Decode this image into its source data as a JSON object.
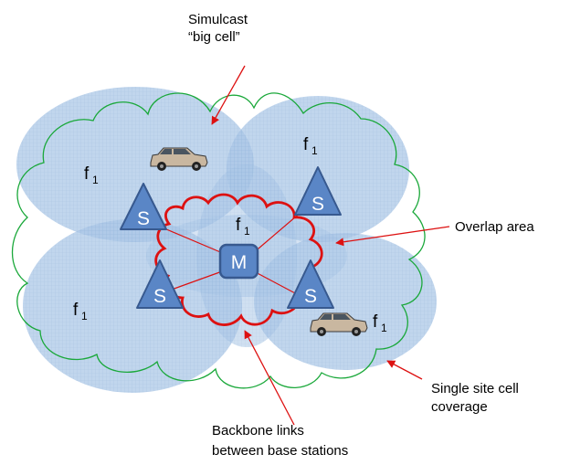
{
  "labels": {
    "simulcast_line1": "Simulcast",
    "simulcast_line2": "“big cell”",
    "overlap": "Overlap area",
    "single_line1": "Single site cell",
    "single_line2": "coverage",
    "backbone_line1": "Backbone links",
    "backbone_line2": "between base stations"
  },
  "frequency": {
    "main": "f",
    "sub": "1"
  },
  "nodes": {
    "master": "M",
    "station": "S"
  },
  "colors": {
    "coverage_fill": "#a9c6e6",
    "grid_line": "#6f97cc",
    "simulcast_boundary": "#1aa83a",
    "backbone_cloud": "#dd1111",
    "arrow": "#dd1111",
    "station_fill": "#5a86c6",
    "station_stroke": "#37598f"
  },
  "icons": [
    "car-icon",
    "car-icon"
  ]
}
